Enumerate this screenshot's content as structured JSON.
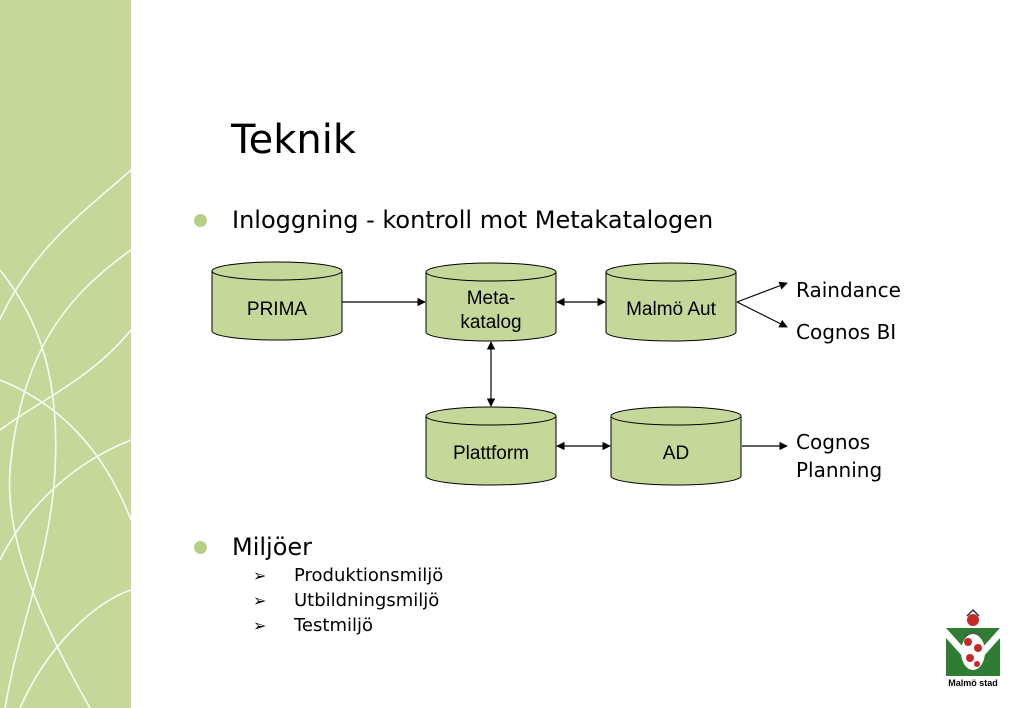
{
  "slide": {
    "title": "Teknik",
    "bullets": [
      "Inloggning - kontroll mot Metakatalogen",
      "Miljöer"
    ],
    "sub_items": [
      "Produktionsmiljö",
      "Utbildningsmiljö",
      "Testmiljö"
    ]
  },
  "diagram": {
    "nodes": {
      "prima": "PRIMA",
      "meta_line1": "Meta-",
      "meta_line2": "katalog",
      "malmo_aut": "Malmö Aut",
      "plattform": "Plattform",
      "ad": "AD"
    },
    "targets": {
      "raindance": "Raindance",
      "cognos_bi": "Cognos BI",
      "cognos_planning_line1": "Cognos",
      "cognos_planning_line2": "Planning"
    }
  },
  "logo": {
    "text": "Malmö stad"
  },
  "colors": {
    "sidebar": "#c5d89a",
    "sidebar_lines": "#ffffff",
    "cylinder_fill": "#c5d89a",
    "bullet": "#b5cf86"
  }
}
